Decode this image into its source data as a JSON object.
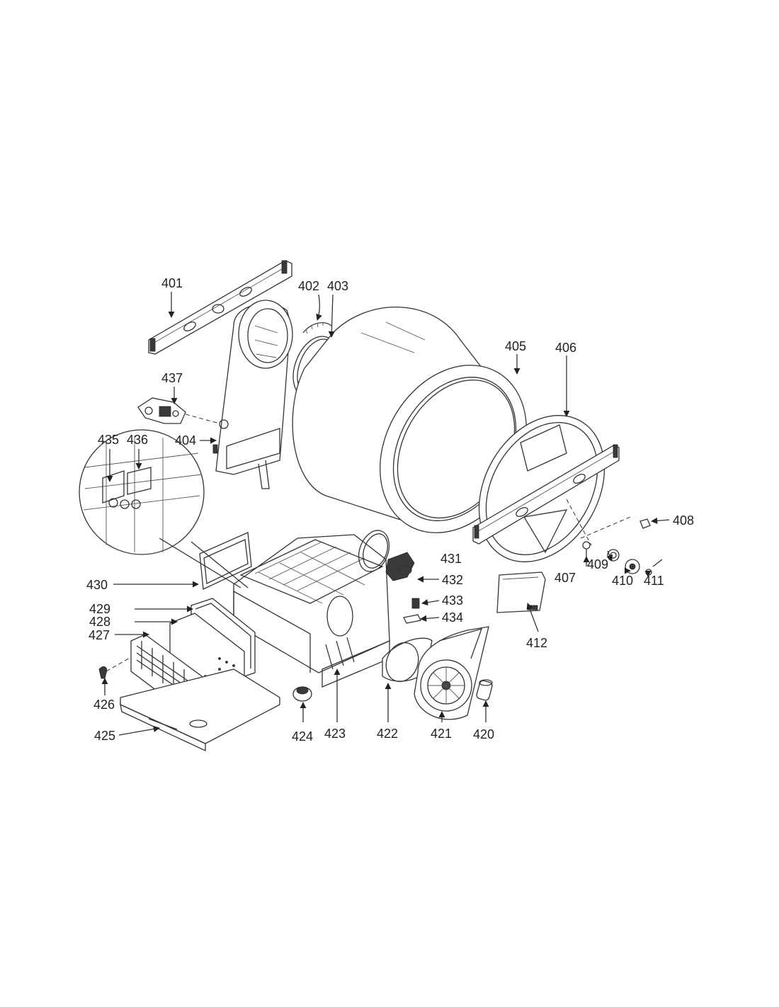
{
  "labels": {
    "p401": "401",
    "p402": "402",
    "p403": "403",
    "p404": "404",
    "p405": "405",
    "p406": "406",
    "p407": "407",
    "p408": "408",
    "p409": "409",
    "p410": "410",
    "p411": "411",
    "p412": "412",
    "p420": "420",
    "p421": "421",
    "p422": "422",
    "p423": "423",
    "p424": "424",
    "p425": "425",
    "p426": "426",
    "p427": "427",
    "p428": "428",
    "p429": "429",
    "p430": "430",
    "p431": "431",
    "p432": "432",
    "p433": "433",
    "p434": "434",
    "p435": "435",
    "p436": "436",
    "p437": "437"
  }
}
